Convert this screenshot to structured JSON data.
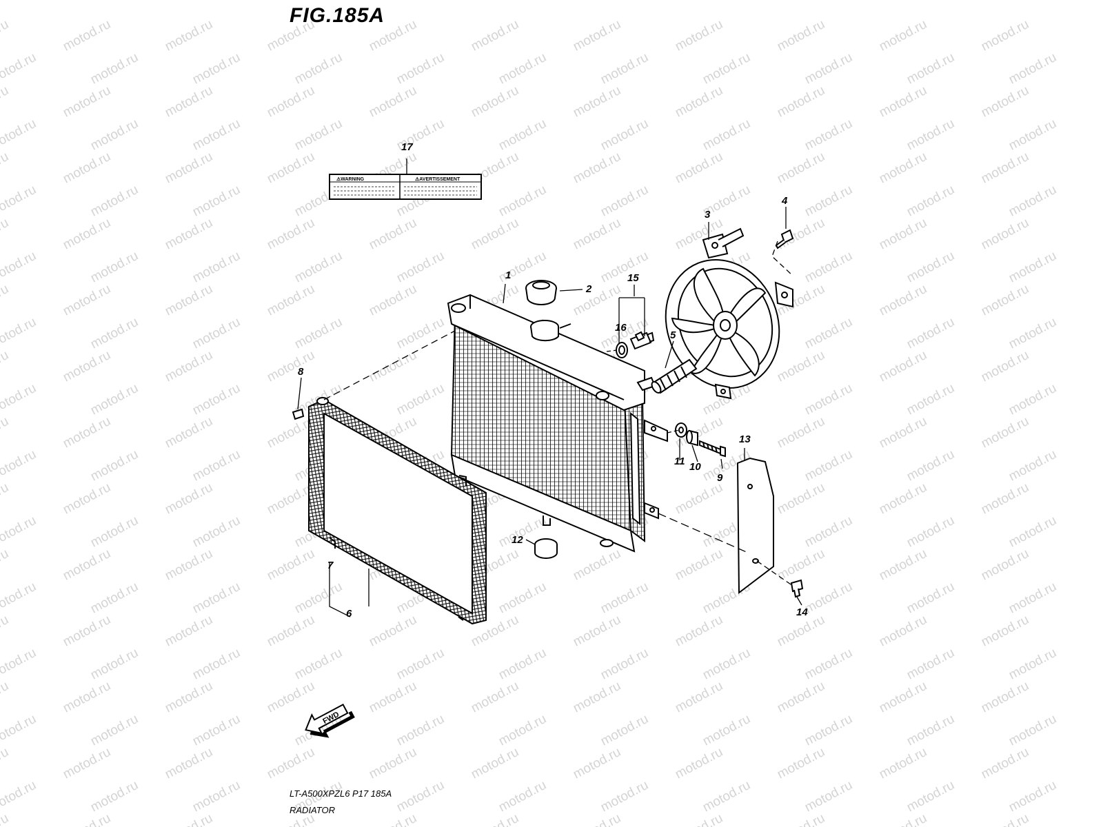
{
  "figure": {
    "title": "FIG.185A",
    "model_code": "LT-A500XPZL6  P17  185A",
    "assembly_name": "RADIATOR"
  },
  "watermark": "motod.ru",
  "warning_label": {
    "left_text": "⚠WARNING",
    "right_text": "⚠AVERTISSEMENT"
  },
  "fwd_arrow": "FWD",
  "callouts": [
    "1",
    "2",
    "3",
    "4",
    "5",
    "6",
    "7",
    "8",
    "9",
    "10",
    "11",
    "12",
    "13",
    "14",
    "15",
    "16",
    "17"
  ]
}
